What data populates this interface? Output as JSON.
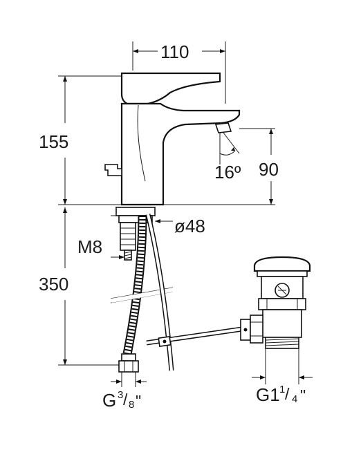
{
  "dimensions": {
    "width_top": "110",
    "height_faucet": "155",
    "height_outlet": "90",
    "angle": "16º",
    "diameter": "ø48",
    "thread_m": "M8",
    "hose_length": "350",
    "connector_g_main": "G",
    "connector_g_frac_num": "3",
    "connector_g_frac_den": "8",
    "connector_g_inch": "\"",
    "waste_g_main": "G1",
    "waste_g_frac_num": "1",
    "waste_g_frac_den": "4",
    "waste_g_inch": "\""
  }
}
